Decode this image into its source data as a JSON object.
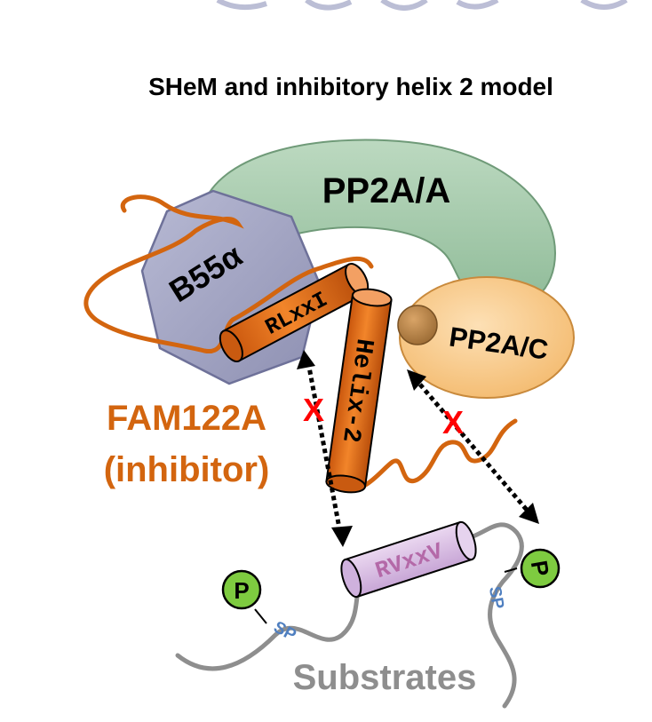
{
  "title": "SHeM and inhibitory helix 2 model",
  "labels": {
    "pp2a_a": "PP2A/A",
    "b55": "B55α",
    "pp2a_c": "PP2A/C",
    "fam122a": "FAM122A",
    "inhibitor": "(inhibitor)",
    "rlxxi": "RLxxI",
    "helix2": "Helix-2",
    "rvxxv": "RVxxV",
    "substrates": "Substrates",
    "phospho": "P",
    "sp": "SP",
    "blocked_mark": "X"
  },
  "colors": {
    "pp2a_a_fill": "#a7ccae",
    "b55_fill": "#a4a6c4",
    "pp2a_c_fill": "#f7c78a",
    "fam122a": "#d3650f",
    "helix_fill": "#e8721a",
    "rvxxv_fill": "#dcc2e6",
    "rvxxv_text": "#b469a8",
    "substrate_line": "#8e8e8e",
    "phospho_fill": "#7ecb40",
    "sp_text": "#4f7fc0",
    "blocked": "#ff0000"
  }
}
